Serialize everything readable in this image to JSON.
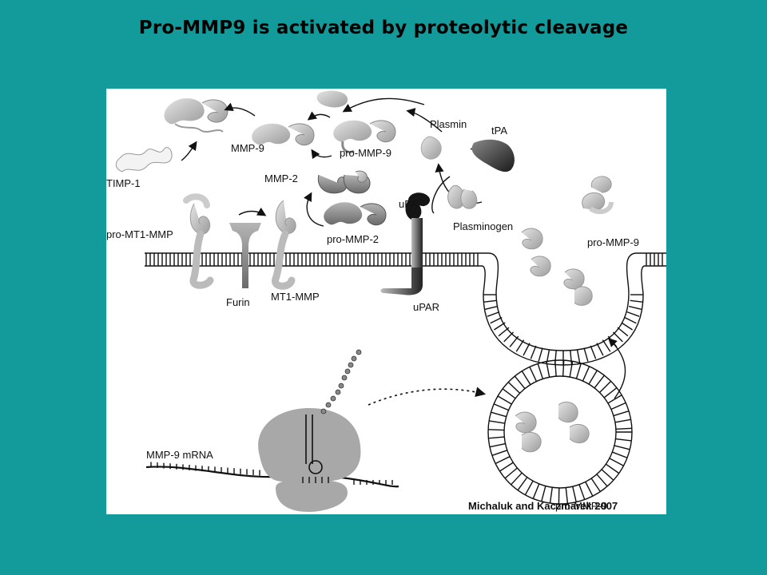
{
  "title": "Pro-MMP9 is activated by proteolytic cleavage",
  "labels": {
    "timp1": "TIMP-1",
    "mmp9": "MMP-9",
    "pro_mmp9_top": "pro-MMP-9",
    "mmp2": "MMP-2",
    "pro_mmp2": "pro-MMP-2",
    "pro_mt1_mmp": "pro-MT1-MMP",
    "furin": "Furin",
    "mt1_mmp": "MT1-MMP",
    "plasmin": "Plasmin",
    "tpa": "tPA",
    "upa": "uPA",
    "plasminogen": "Plasminogen",
    "upar": "uPAR",
    "pro_mmp9_right": "pro-MMP-9",
    "mmp9_mrna": "MMP-9 mRNA",
    "pro_mmp9_vesicle": "pro-MMP-9"
  },
  "credit": "Michaluk and Kaczmarek 2007",
  "colors": {
    "background": "#139a9a",
    "panel": "#ffffff",
    "protein_light": "#c8c8c8",
    "protein_mid": "#9a9a9a",
    "protein_dark": "#555555",
    "ribosome": "#a8a8a8"
  }
}
